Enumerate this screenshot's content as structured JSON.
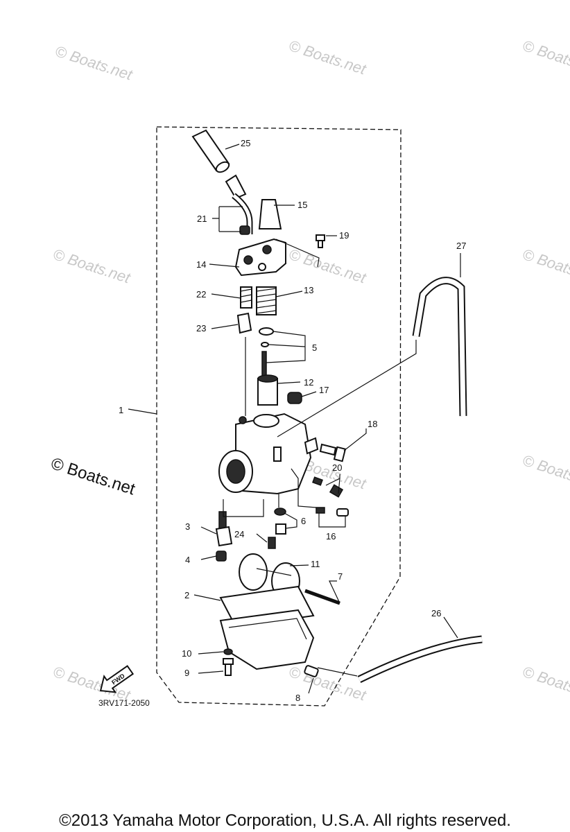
{
  "diagram": {
    "figure_code": "3RV171-2050",
    "fwd_label": "FWD",
    "callouts": [
      "1",
      "2",
      "3",
      "4",
      "5",
      "6",
      "7",
      "8",
      "9",
      "10",
      "11",
      "12",
      "13",
      "14",
      "15",
      "16",
      "17",
      "18",
      "19",
      "20",
      "21",
      "22",
      "23",
      "24",
      "25",
      "26",
      "27"
    ]
  },
  "watermarks": {
    "small": "© Boats.net",
    "large": "© Boats.net"
  },
  "footer": {
    "copyright": "©2013 Yamaha Motor Corporation, U.S.A. All rights reserved."
  }
}
